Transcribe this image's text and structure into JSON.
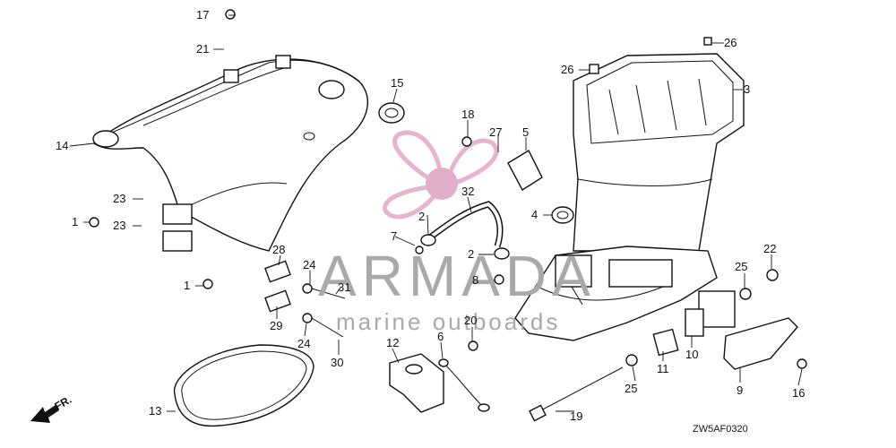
{
  "diagram": {
    "drawing_code": "ZW5AF0320",
    "direction_label": "FR.",
    "watermark": {
      "brand": "ARMADA",
      "tagline": "marine outboards",
      "logo_color": "#e3a6c6",
      "logo_hub_color": "#de9fbf"
    },
    "callouts": [
      "1",
      "1",
      "2",
      "2",
      "3",
      "4",
      "5",
      "6",
      "7",
      "8",
      "9",
      "10",
      "11",
      "12",
      "13",
      "14",
      "15",
      "16",
      "17",
      "18",
      "19",
      "20",
      "21",
      "22",
      "23",
      "23",
      "24",
      "24",
      "25",
      "25",
      "26",
      "26",
      "27",
      "28",
      "29",
      "30",
      "31",
      "32"
    ]
  }
}
